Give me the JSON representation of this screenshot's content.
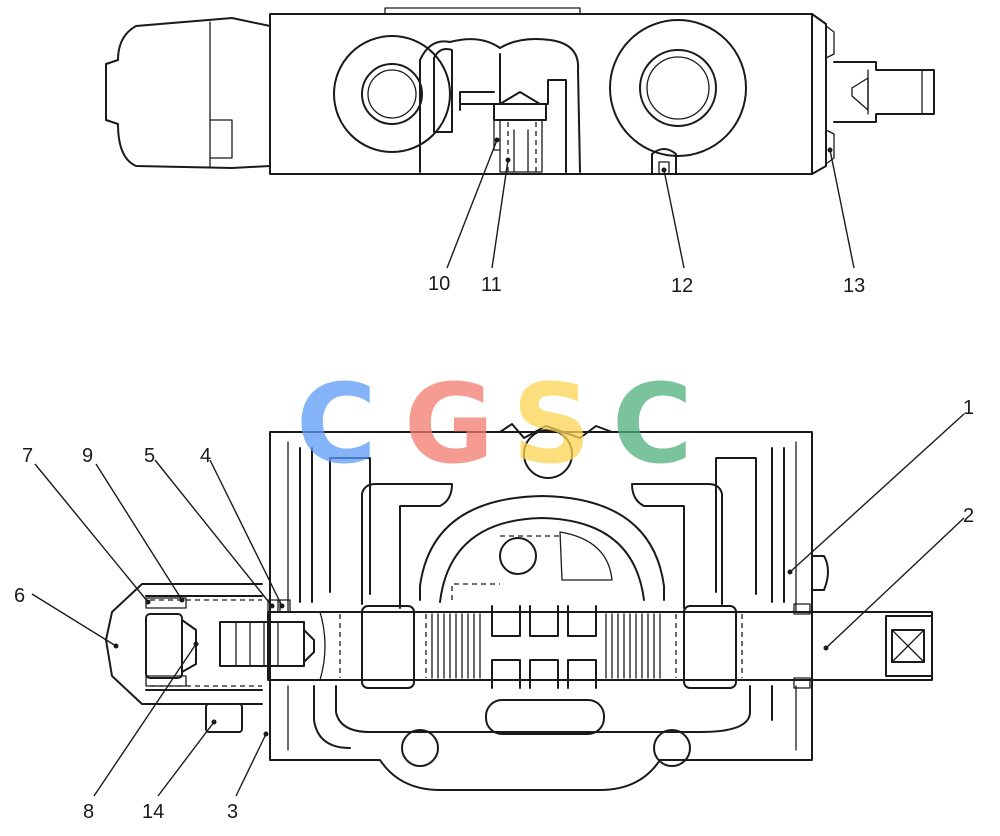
{
  "callouts": {
    "c1": "1",
    "c2": "2",
    "c3": "3",
    "c4": "4",
    "c5": "5",
    "c6": "6",
    "c7": "7",
    "c8": "8",
    "c9": "9",
    "c10": "10",
    "c11": "11",
    "c12": "12",
    "c13": "13",
    "c14": "14"
  },
  "watermark": {
    "letters": [
      "C",
      "G",
      "S",
      "C"
    ],
    "colors": [
      "#5b9cf5",
      "#f27a6e",
      "#fbd452",
      "#4fb07c"
    ]
  }
}
